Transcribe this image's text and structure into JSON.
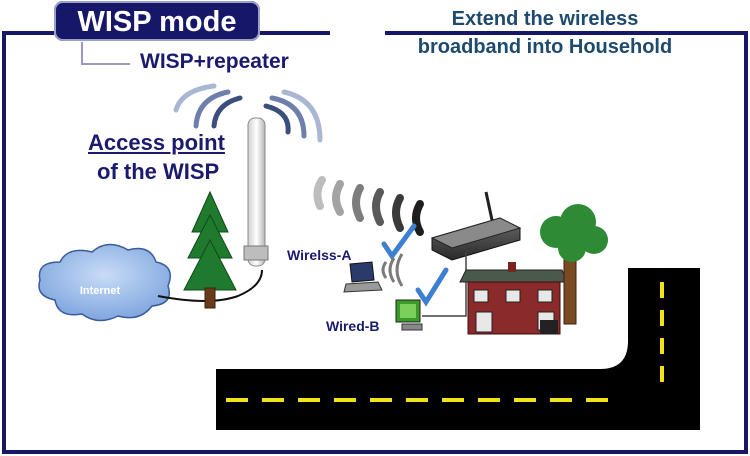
{
  "title": "WISP mode",
  "subtitle": "WISP+repeater",
  "tagline_line1": "Extend the wireless",
  "tagline_line2": "broadband into Household",
  "ap_label_line1": "Access point",
  "ap_label_line2": "of the WISP",
  "internet_label": "Internet",
  "wireless_client_label": "Wirelss-A",
  "wired_client_label": "Wired-B",
  "colors": {
    "navy": "#17176a",
    "title_text": "#ffffff",
    "tagline": "#1e4a6e",
    "cloud": "#8fb2e6",
    "tree": "#1f7a2e",
    "road": "#000000",
    "road_marking": "#f2e21a",
    "house_wall": "#8b2a2a",
    "house_roof": "#4a5a4a"
  }
}
